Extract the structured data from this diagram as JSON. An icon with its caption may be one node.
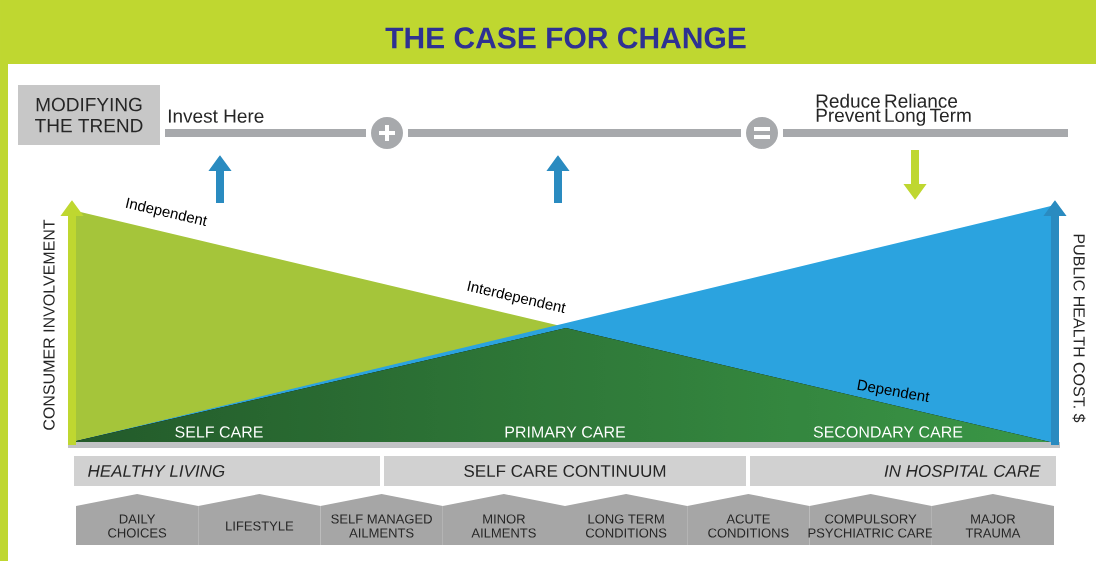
{
  "diagram": {
    "title": "THE CASE FOR CHANGE",
    "nodes": [
      {
        "text": [
          "MODIFYING THE TREND"
        ]
      },
      {
        "text": [
          "HEALTHY LIVING"
        ]
      },
      {
        "text": [
          "SELF CARE CONTINUUM"
        ]
      },
      {
        "text": [
          "IN HOSPITAL CARE"
        ]
      },
      {
        "text": [
          "DAILY CHOICES"
        ]
      },
      {
        "text": [
          "LIFESTYLE"
        ]
      },
      {
        "text": [
          "SELF MANAGED AILMENTS"
        ]
      },
      {
        "text": [
          "MINOR AILMENTS"
        ]
      },
      {
        "text": [
          "LONG TERM CONDITIONS"
        ]
      },
      {
        "text": [
          "ACUTE CONDITIONS"
        ]
      },
      {
        "text": [
          "COMPULSORY PSYCHIATRIC CARE"
        ]
      },
      {
        "text": [
          "MAJOR TRAUMA"
        ]
      }
    ],
    "labels": [
      "Invest Here",
      "Reduce Reliance Prevent Long Term",
      "Independent",
      "Interdependent",
      "Dependent",
      "CONSUMER INVOLVEMENT",
      "PUBLIC HEALTH COST. $",
      "SELF CARE",
      "PRIMARY CARE",
      "SECONDARY CARE"
    ]
  }
}
